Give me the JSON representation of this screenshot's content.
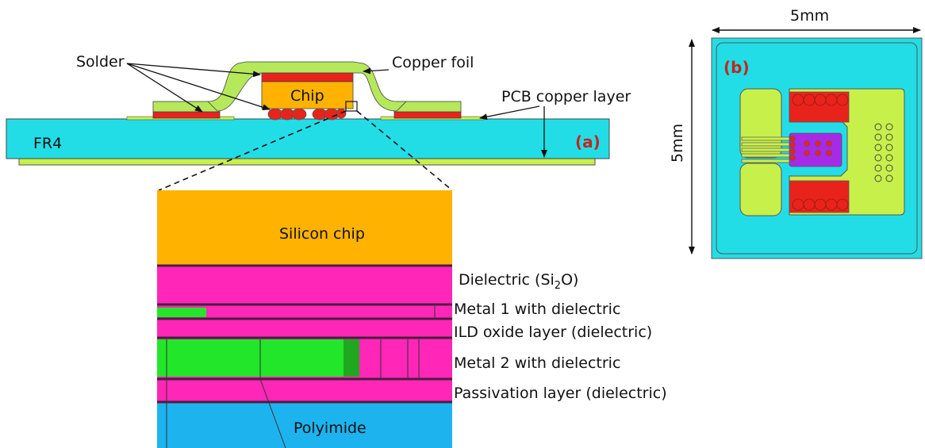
{
  "colors": {
    "fr4": "#22dde6",
    "pcb_copper": "#c8f04a",
    "copper_foil": "#b5e85b",
    "solder": "#e8231c",
    "chip": "#ffb300",
    "dielectric": "#ff26b8",
    "metal": "#22e62a",
    "metal_dark": "#1fa81f",
    "polyimide": "#1db3ef",
    "trace": "#a52be6",
    "label_red": "#c0271f"
  },
  "panel_a": {
    "tag": "(a)",
    "labels": {
      "solder": "Solder",
      "chip": "Chip",
      "copper_foil": "Copper foil",
      "pcb_copper_layer": "PCB copper layer",
      "fr4": "FR4"
    }
  },
  "panel_b": {
    "tag": "(b)",
    "width_dim": "5mm",
    "height_dim": "5mm"
  },
  "zoom": {
    "layers": {
      "silicon_chip": "Silicon chip",
      "dielectric_prefix": "Dielectric (Si",
      "dielectric_sub": "2",
      "dielectric_suffix": "O)",
      "metal1": "Metal 1 with dielectric",
      "ild": "ILD oxide layer (dielectric)",
      "metal2": "Metal 2 with dielectric",
      "passivation": "Passivation layer (dielectric)",
      "polyimide": "Polyimide"
    }
  }
}
